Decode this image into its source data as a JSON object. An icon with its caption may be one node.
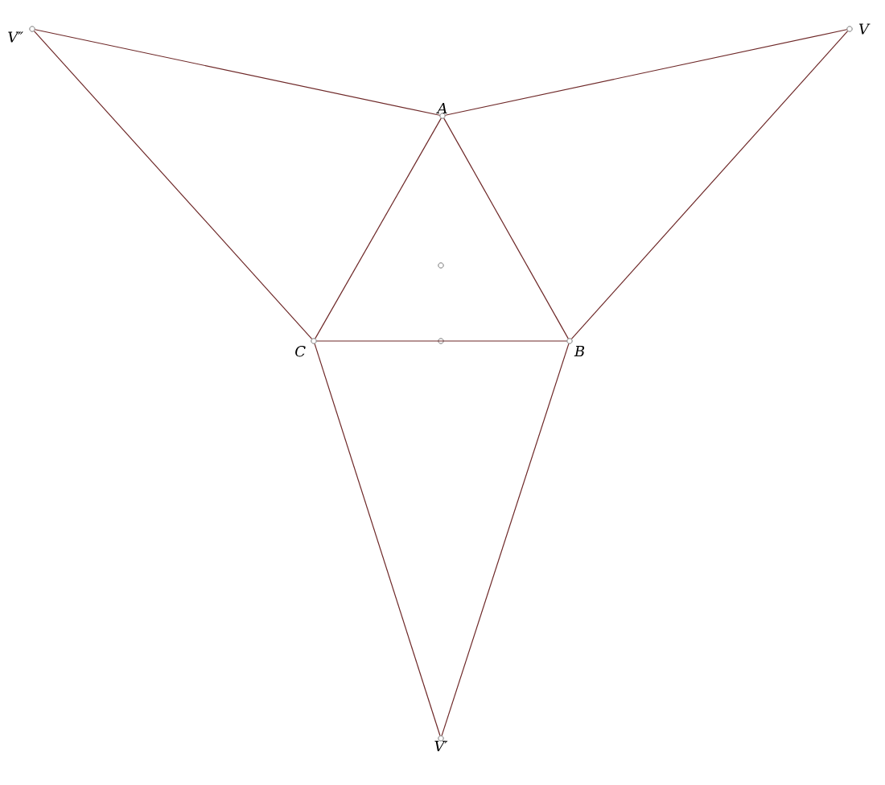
{
  "diagram": {
    "nodes": [
      {
        "text": [
          "V″"
        ]
      },
      {
        "text": [
          "A"
        ]
      },
      {
        "text": [
          "V"
        ]
      },
      {
        "text": [],
        "shape": "circle"
      },
      {
        "text": [
          "C"
        ]
      },
      {
        "text": [],
        "shape": "circle"
      },
      {
        "text": [
          "B"
        ]
      },
      {
        "text": [
          "V′"
        ]
      }
    ],
    "edges": [
      {
        "from": 0,
        "to": 1,
        "arrow": "none"
      },
      {
        "from": 0,
        "to": 4,
        "arrow": "none"
      },
      {
        "from": 2,
        "to": 1,
        "arrow": "none"
      },
      {
        "from": 2,
        "to": 6,
        "arrow": "none"
      },
      {
        "from": 1,
        "to": 4,
        "arrow": "none"
      },
      {
        "from": 1,
        "to": 6,
        "arrow": "none"
      },
      {
        "from": 4,
        "to": 6,
        "arrow": "none"
      },
      {
        "from": 7,
        "to": 4,
        "arrow": "none"
      },
      {
        "from": 7,
        "to": 6,
        "arrow": "none"
      }
    ]
  }
}
